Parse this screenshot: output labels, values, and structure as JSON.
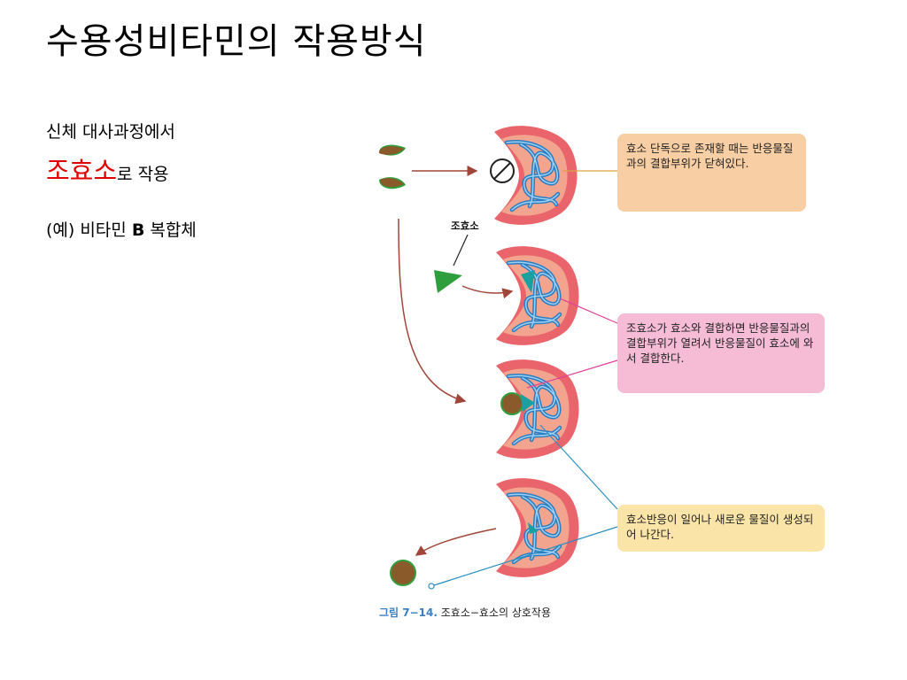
{
  "slide": {
    "title": "수용성비타민의 작용방식",
    "line1": "신체 대사과정에서",
    "line2_highlight": "조효소",
    "line2_rest": "로 작용",
    "line3_prefix": "(예) 비타민 ",
    "line3_bold": "B",
    "line3_suffix": " 복합체"
  },
  "figure": {
    "coenzyme_label": "조효소",
    "box1": "효소 단독으로 존재할 때는 반응물질과의 결합부위가 닫혀있다.",
    "box2": "조효소가 효소와 결합하면 반응물질과의 결합부위가 열려서 반응물질이 효소에 와서 결합한다.",
    "box3": "효소반응이 일어나 새로운 물질이 생성되어 나간다.",
    "caption_num": "그림 7−14.",
    "caption_text": " 조효소−효소의 상호작용"
  },
  "colors": {
    "highlight": "#e00000",
    "enzyme_pink": "#e9656b",
    "enzyme_inner": "#f2a48e",
    "coil_blue": "#2a7dc2",
    "coenzyme_green": "#2f9e3c",
    "substrate_brown": "#8b5a2b",
    "arrow_brown": "#a0453a"
  }
}
